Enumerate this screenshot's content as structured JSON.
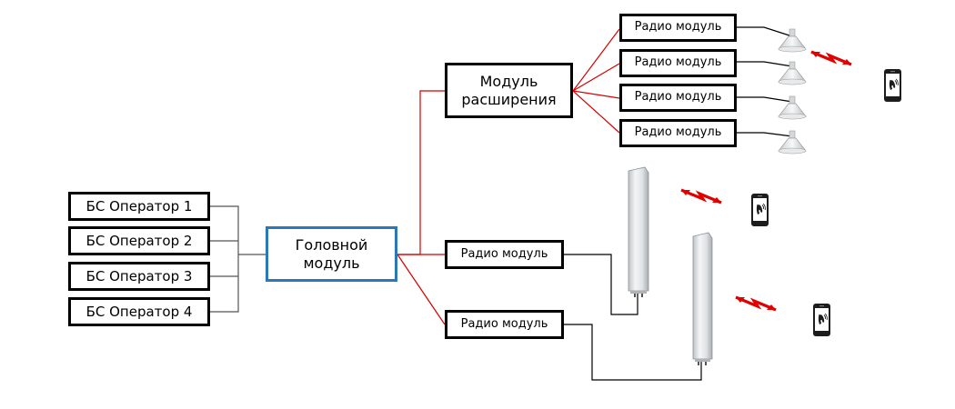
{
  "operators": [
    {
      "label": "БС Оператор 1"
    },
    {
      "label": "БС Оператор 2"
    },
    {
      "label": "БС Оператор 3"
    },
    {
      "label": "БС Оператор 4"
    }
  ],
  "head_module": {
    "label": "Головной модуль"
  },
  "extension_module": {
    "label": "Модуль расширения"
  },
  "radio_modules_top": [
    {
      "label": "Радио модуль"
    },
    {
      "label": "Радио модуль"
    },
    {
      "label": "Радио модуль"
    },
    {
      "label": "Радио модуль"
    }
  ],
  "radio_modules_bottom": [
    {
      "label": "Радио модуль"
    },
    {
      "label": "Радио модуль"
    }
  ],
  "colors": {
    "feed_line": "#d40000",
    "coax_line": "#000000",
    "head_border": "#2a78b8",
    "box_border": "#000000",
    "signal_bolt": "#e00000"
  },
  "icons": [
    "ceiling-antenna-icon",
    "panel-antenna-icon",
    "mobile-phone-icon",
    "signal-bolt-icon"
  ]
}
